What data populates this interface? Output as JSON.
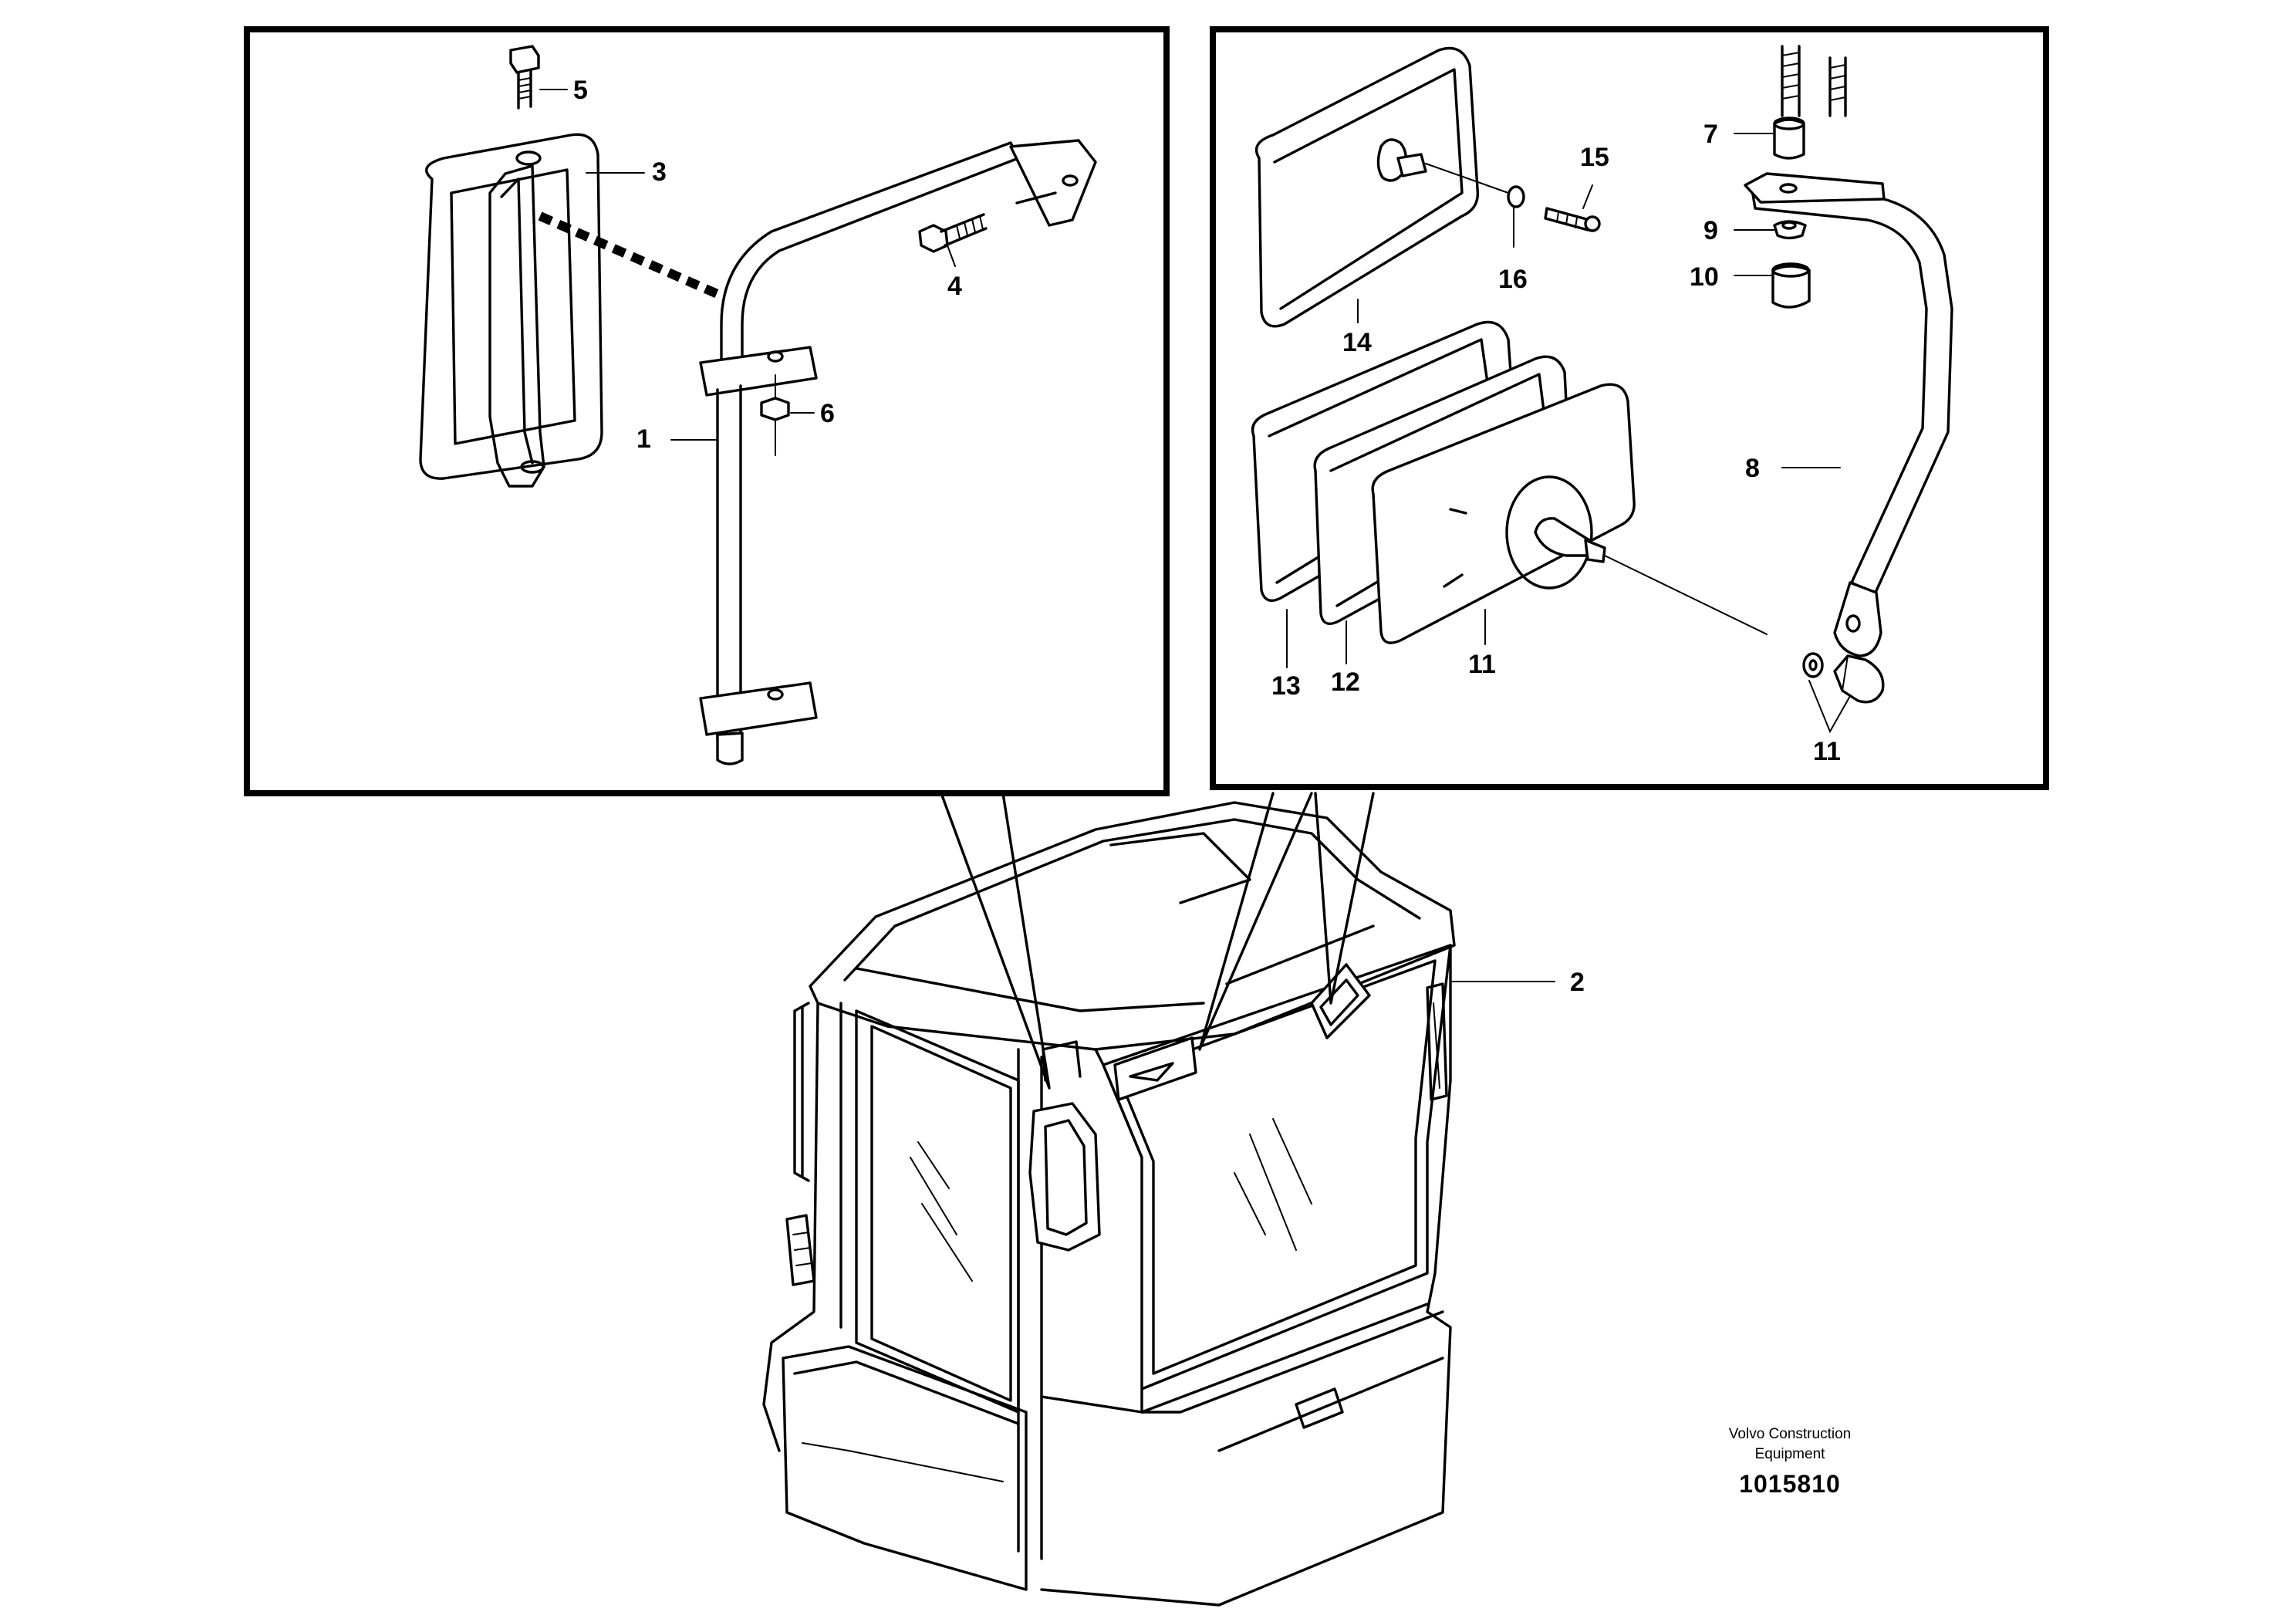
{
  "callouts": {
    "c1": "1",
    "c2": "2",
    "c3": "3",
    "c4": "4",
    "c5": "5",
    "c6": "6",
    "c7": "7",
    "c8": "8",
    "c9": "9",
    "c10": "10",
    "c11a": "11",
    "c11b": "11",
    "c12": "12",
    "c13": "13",
    "c14": "14",
    "c15": "15",
    "c16": "16"
  },
  "footer": {
    "company_line1": "Volvo Construction",
    "company_line2": "Equipment",
    "drawing_number": "1015810"
  },
  "colors": {
    "line": "#000000",
    "background": "#ffffff"
  }
}
